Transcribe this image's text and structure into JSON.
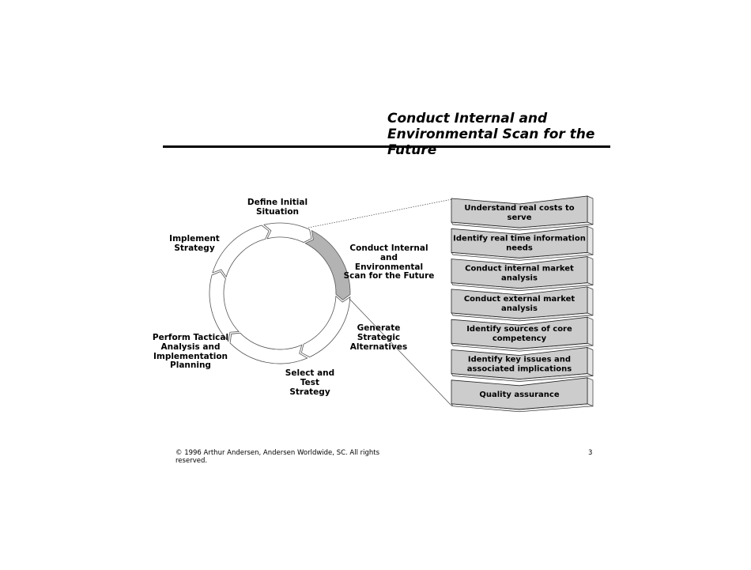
{
  "header": {
    "title": "Conduct Internal and Environmental Scan for the Future"
  },
  "cycle": {
    "stages": [
      {
        "id": "define",
        "label": "Define Initial Situation",
        "lines": [
          "Define Initial",
          "Situation"
        ]
      },
      {
        "id": "conduct",
        "label": "Conduct Internal and Environmental Scan for the Future",
        "lines": [
          "Conduct Internal",
          "and",
          "Environmental",
          "Scan for the Future"
        ],
        "highlighted": true
      },
      {
        "id": "generate",
        "label": "Generate Strategic Alternatives",
        "lines": [
          "Generate",
          "Strategic",
          "Alternatives"
        ]
      },
      {
        "id": "select",
        "label": "Select and Test Strategy",
        "lines": [
          "Select and",
          "Test",
          "Strategy"
        ]
      },
      {
        "id": "perform",
        "label": "Perform Tactical Analysis and Implementation Planning",
        "lines": [
          "Perform Tactical",
          "Analysis and",
          "Implementation",
          "Planning"
        ]
      },
      {
        "id": "implement",
        "label": "Implement Strategy",
        "lines": [
          "Implement",
          "Strategy"
        ]
      }
    ]
  },
  "steps": [
    {
      "lines": [
        "Understand real costs to",
        "serve"
      ]
    },
    {
      "lines": [
        "Identify real time information",
        "needs"
      ]
    },
    {
      "lines": [
        "Conduct internal market",
        "analysis"
      ]
    },
    {
      "lines": [
        "Conduct external market",
        "analysis"
      ]
    },
    {
      "lines": [
        "Identify sources of core",
        "competency"
      ]
    },
    {
      "lines": [
        "Identify key issues and",
        "associated implications"
      ]
    },
    {
      "lines": [
        "Quality assurance"
      ]
    }
  ],
  "colors": {
    "highlight": "#b3b3b3",
    "chevron_fill": "#cccccc",
    "chevron_side": "#e6e6e6",
    "ring": "#ffffff"
  },
  "footer": {
    "copyright": "© 1996 Arthur Andersen, Andersen Worldwide, SC. All rights reserved.",
    "page_number": "3"
  }
}
